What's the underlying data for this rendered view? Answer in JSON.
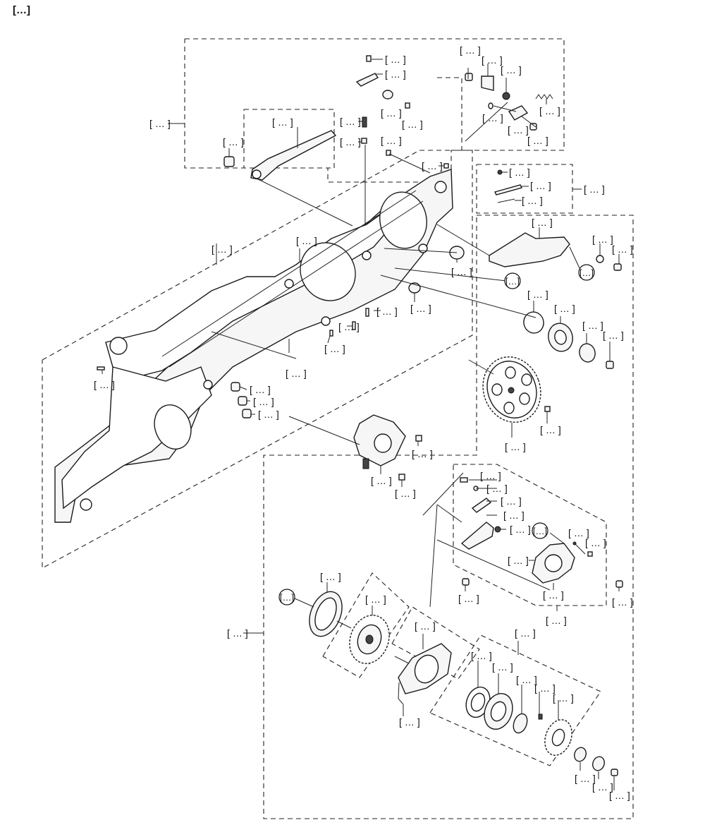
{
  "header": {
    "title": "[…]"
  },
  "part_labels": [
    {
      "id": "p1",
      "text": "[…]"
    },
    {
      "id": "p2",
      "text": "[…]"
    },
    {
      "id": "p3",
      "text": "[…]"
    },
    {
      "id": "p4",
      "text": "[…]"
    },
    {
      "id": "p5a",
      "text": "[…]"
    },
    {
      "id": "p5b",
      "text": "[…]"
    },
    {
      "id": "p6a",
      "text": "[…]"
    },
    {
      "id": "p6b",
      "text": "[…]"
    },
    {
      "id": "p7",
      "text": "[…]"
    },
    {
      "id": "p8",
      "text": "[…]"
    },
    {
      "id": "p9",
      "text": "[…]"
    },
    {
      "id": "p10",
      "text": "[…]"
    },
    {
      "id": "p11",
      "text": "[…]"
    },
    {
      "id": "p12",
      "text": "[…]"
    },
    {
      "id": "p13",
      "text": "[…]"
    },
    {
      "id": "p14",
      "text": "[…]"
    },
    {
      "id": "p15",
      "text": "[…]"
    },
    {
      "id": "p16",
      "text": "[…]"
    },
    {
      "id": "p17",
      "text": "[…]"
    },
    {
      "id": "p18",
      "text": "[…]"
    },
    {
      "id": "p19",
      "text": "[…]"
    },
    {
      "id": "p20",
      "text": "[…]"
    },
    {
      "id": "p21",
      "text": "[…]"
    },
    {
      "id": "p22",
      "text": "[…]"
    },
    {
      "id": "p23",
      "text": "[…]"
    },
    {
      "id": "p24",
      "text": "[…]"
    },
    {
      "id": "p25",
      "text": "[…]"
    },
    {
      "id": "p26",
      "text": "[…]"
    },
    {
      "id": "p27",
      "text": "[…]"
    },
    {
      "id": "p28",
      "text": "[…]"
    },
    {
      "id": "p29",
      "text": "[…]"
    },
    {
      "id": "p30",
      "text": "[…]"
    },
    {
      "id": "p31",
      "text": "[…]"
    },
    {
      "id": "p32",
      "text": "[…]"
    },
    {
      "id": "p33",
      "text": "[…]"
    },
    {
      "id": "p34",
      "text": "[…]"
    },
    {
      "id": "p35",
      "text": "[…]"
    },
    {
      "id": "p36",
      "text": "[…]"
    },
    {
      "id": "p37",
      "text": "[…]"
    },
    {
      "id": "p38",
      "text": "[…]"
    },
    {
      "id": "p39",
      "text": "[…]"
    },
    {
      "id": "p40",
      "text": "[…]"
    },
    {
      "id": "p41",
      "text": "[…]"
    },
    {
      "id": "p42",
      "text": "[…]"
    },
    {
      "id": "p43",
      "text": "[…]"
    },
    {
      "id": "p44",
      "text": "[…]"
    },
    {
      "id": "p45",
      "text": "[…]"
    },
    {
      "id": "p46",
      "text": "[…]"
    },
    {
      "id": "p47",
      "text": "[…]"
    },
    {
      "id": "p48",
      "text": "[…]"
    },
    {
      "id": "p49",
      "text": "[…]"
    },
    {
      "id": "p50",
      "text": "[…]"
    },
    {
      "id": "p51",
      "text": "[…]"
    },
    {
      "id": "p52",
      "text": "[…]"
    },
    {
      "id": "p53",
      "text": "[…]"
    },
    {
      "id": "p54",
      "text": "[…]"
    },
    {
      "id": "p55",
      "text": "[…]"
    },
    {
      "id": "p56",
      "text": "[…]"
    },
    {
      "id": "p57a",
      "text": "[…]"
    },
    {
      "id": "p57b",
      "text": "[…]"
    },
    {
      "id": "p58",
      "text": "[…]"
    },
    {
      "id": "p59",
      "text": "[…]"
    },
    {
      "id": "p60",
      "text": "[…]"
    },
    {
      "id": "p61",
      "text": "[…]"
    },
    {
      "id": "p62",
      "text": "[…]"
    },
    {
      "id": "p63a",
      "text": "[…]"
    },
    {
      "id": "p63b",
      "text": "[…]"
    },
    {
      "id": "p63c",
      "text": "[…]"
    },
    {
      "id": "p6465",
      "text": "[…]"
    },
    {
      "id": "p66",
      "text": "[…]"
    },
    {
      "id": "p67",
      "text": "[…]"
    },
    {
      "id": "p6870",
      "text": "[…]"
    },
    {
      "id": "p71",
      "text": "[…]"
    }
  ],
  "callouts": [
    {
      "id": "cA1",
      "text": "[…]"
    },
    {
      "id": "cB1",
      "text": "[…]"
    },
    {
      "id": "cA2",
      "text": "[…]"
    },
    {
      "id": "cB2",
      "text": "[…]"
    }
  ]
}
